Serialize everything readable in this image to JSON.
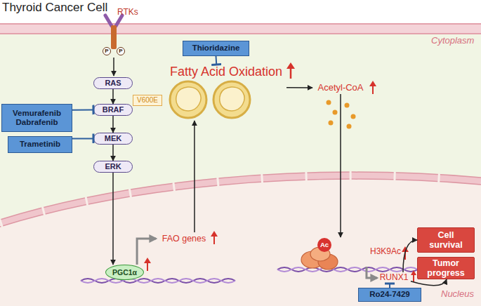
{
  "diagram": {
    "title": "Thyroid Cancer Cell",
    "nodes": [
      {
        "text": [
          "P"
        ]
      },
      {
        "text": [
          "P"
        ]
      },
      {
        "text": [
          "RAS"
        ]
      },
      {
        "text": [
          "BRAF"
        ]
      },
      {
        "text": [
          "V600E"
        ]
      },
      {
        "text": [
          "MEK"
        ]
      },
      {
        "text": [
          "ERK"
        ]
      },
      {
        "text": [
          "Vemurafenib Dabrafenib"
        ]
      },
      {
        "text": [
          "Trametinib"
        ]
      },
      {
        "text": [
          "Thioridazine"
        ]
      },
      {
        "text": [
          "Fatty Acid Oxidation"
        ]
      },
      {
        "text": [
          "Acetyl-CoA"
        ]
      },
      {
        "text": [
          "PGC1α"
        ]
      },
      {
        "text": [
          "FAO genes"
        ]
      },
      {
        "text": [
          "H3K9Ac"
        ]
      },
      {
        "text": [
          "Ac"
        ],
        "in": 14
      },
      {
        "text": [
          "RUNX1"
        ]
      },
      {
        "text": [
          "Ro24-7429"
        ]
      },
      {
        "text": [
          "Cell survival"
        ]
      },
      {
        "text": [
          "Tumor progress"
        ]
      }
    ],
    "edges": [
      {
        "from": 2,
        "to": 3,
        "arrow": "to"
      },
      {
        "from": 3,
        "to": 5,
        "arrow": "to"
      },
      {
        "from": 5,
        "to": 6,
        "arrow": "to"
      },
      {
        "from": 6,
        "to": 12,
        "arrow": "to"
      },
      {
        "from": 7,
        "to": 3,
        "arrow": "to"
      },
      {
        "from": 8,
        "to": 5,
        "arrow": "to"
      },
      {
        "from": 12,
        "to": 13,
        "arrow": "to"
      },
      {
        "from": 13,
        "to": 10,
        "arrow": "to"
      },
      {
        "from": 9,
        "to": 10,
        "arrow": "to"
      },
      {
        "from": 10,
        "to": 11,
        "arrow": "to"
      },
      {
        "from": 11,
        "to": 14,
        "arrow": "to"
      },
      {
        "from": 14,
        "to": 16,
        "arrow": "to"
      },
      {
        "from": 17,
        "to": 16,
        "arrow": "to"
      },
      {
        "from": 16,
        "to": 18,
        "arrow": "to"
      },
      {
        "from": 16,
        "to": 19,
        "arrow": "to"
      }
    ],
    "labels": [
      "RTKs",
      "Cytoplasm",
      "Nucleus"
    ]
  }
}
